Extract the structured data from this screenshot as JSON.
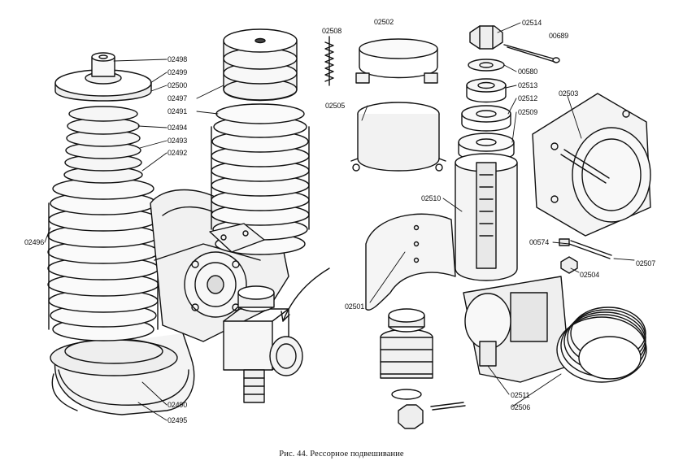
{
  "figure": {
    "caption_prefix": "Рис. 44.",
    "caption_text": "Рессорное подвешивание"
  },
  "part_labels": {
    "p02498": "02498",
    "p02499": "02499",
    "p02500": "02500",
    "p02497": "02497",
    "p02491": "02491",
    "p02494": "02494",
    "p02493": "02493",
    "p02492": "02492",
    "p02496": "02496",
    "p02490": "02490",
    "p02495": "02495",
    "p02508": "02508",
    "p02502": "02502",
    "p02505": "02505",
    "p02514": "02514",
    "p00689": "00689",
    "p00580": "00580",
    "p02513": "02513",
    "p02512": "02512",
    "p02509": "02509",
    "p02503": "02503",
    "p02510": "02510",
    "p02501": "02501",
    "p00574": "00574",
    "p02507": "02507",
    "p02504": "02504",
    "p02511": "02511",
    "p02506": "02506"
  }
}
